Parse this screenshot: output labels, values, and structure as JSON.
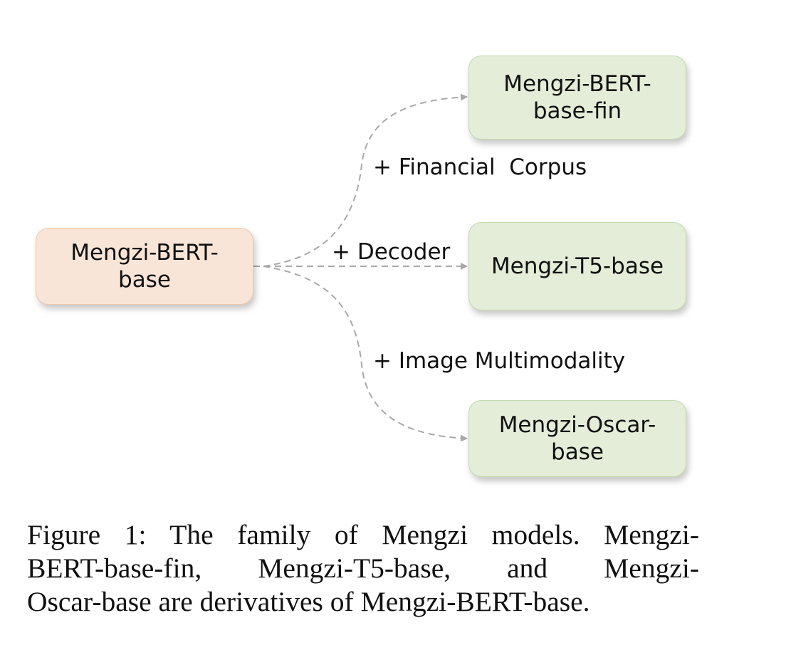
{
  "nodes": {
    "source": {
      "line1": "Mengzi-BERT-",
      "line2": "base"
    },
    "fin": {
      "line1": "Mengzi-BERT-",
      "line2": "base-fin"
    },
    "t5": {
      "label": "Mengzi-T5-base"
    },
    "oscar": {
      "line1": "Mengzi-Oscar-",
      "line2": "base"
    }
  },
  "edges": {
    "fin_label": "+ Financial  Corpus",
    "decoder_label": "+ Decoder",
    "image_label": "+ Image Multimodality"
  },
  "caption": {
    "line1": "Figure 1: The family of Mengzi models. Mengzi-",
    "line2": "BERT-base-fin, Mengzi-T5-base, and Mengzi-",
    "line3": "Oscar-base are derivatives of Mengzi-BERT-base."
  },
  "colors": {
    "source_fill": "#f8e5d8",
    "target_fill": "#e3edd8",
    "edge_stroke": "#a8a8a8"
  }
}
